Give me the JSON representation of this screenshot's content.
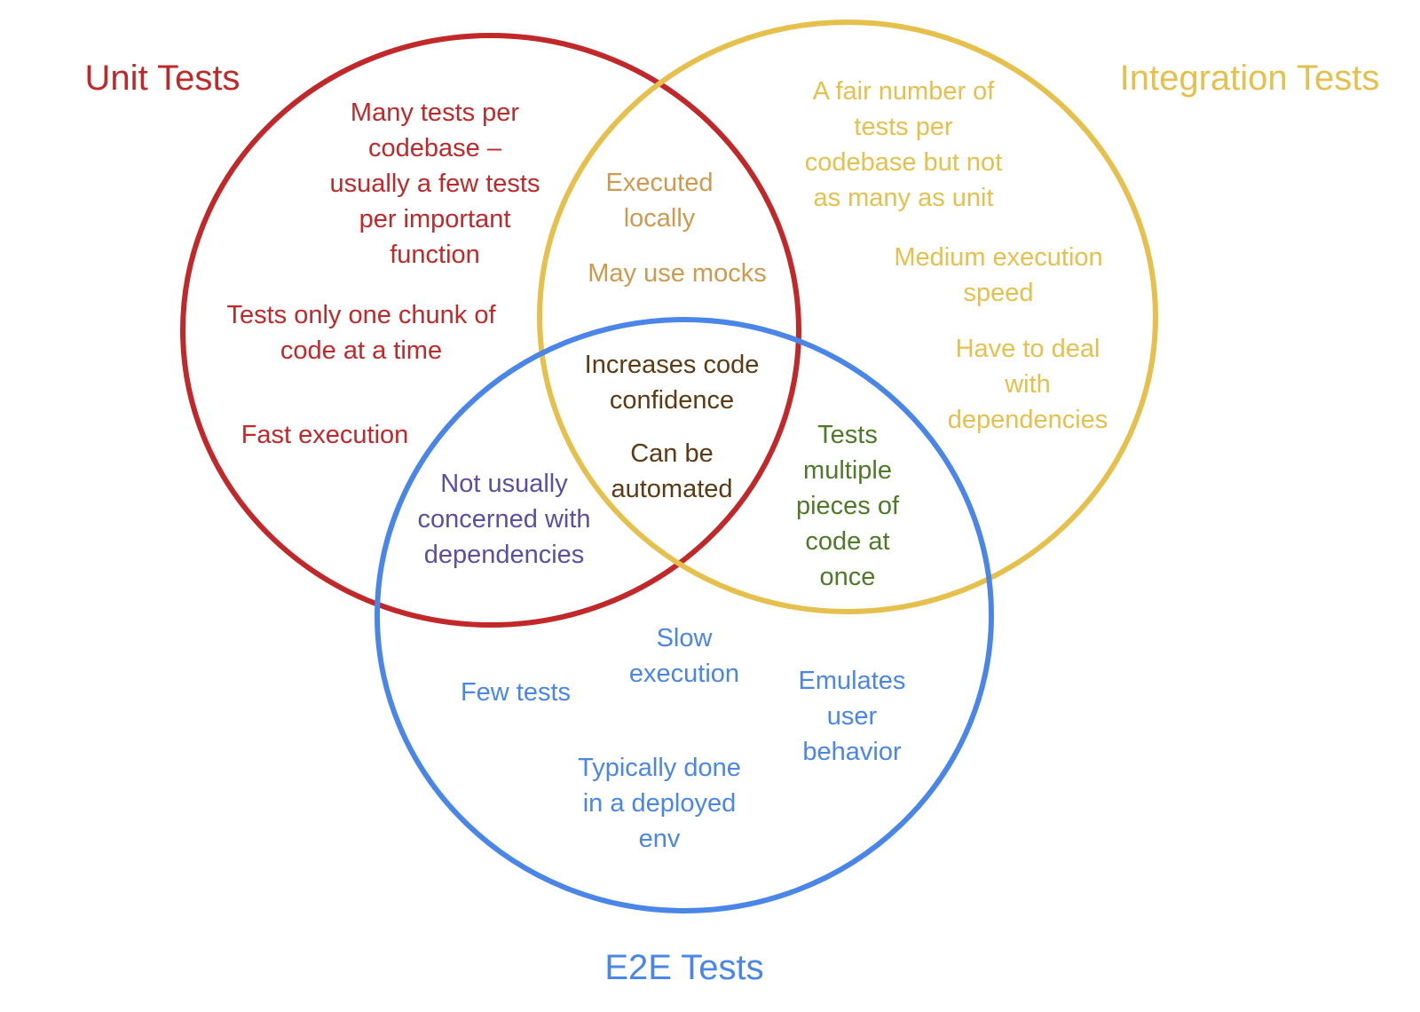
{
  "titles": {
    "unit": "Unit Tests",
    "integration": "Integration Tests",
    "e2e": "E2E Tests"
  },
  "colors": {
    "unit": "#c0282a",
    "integration": "#e6c04c",
    "e2e": "#4a86e8",
    "unit_integration": "#cf9a4e",
    "all": "#5e3a12",
    "unit_e2e": "#5a4fa3",
    "integration_e2e": "#4e7a28"
  },
  "notes": [
    {
      "id": "unit-many-tests",
      "color": "unit",
      "lines": [
        "Many tests per",
        "codebase –",
        "usually a few tests",
        "per important",
        "function"
      ]
    },
    {
      "id": "unit-one-chunk",
      "color": "unit",
      "lines": [
        "Tests only one chunk of",
        "code at a time"
      ]
    },
    {
      "id": "unit-fast",
      "color": "unit",
      "lines": [
        "Fast execution"
      ]
    },
    {
      "id": "integration-fair-number",
      "color": "integration",
      "lines": [
        "A fair number of",
        "tests per",
        "codebase but not",
        "as many as unit"
      ]
    },
    {
      "id": "integration-medium-speed",
      "color": "integration",
      "lines": [
        "Medium execution",
        "speed"
      ]
    },
    {
      "id": "integration-dependencies",
      "color": "integration",
      "lines": [
        "Have to deal",
        "with",
        "dependencies"
      ]
    },
    {
      "id": "unit-integration-local",
      "color": "unit_integration",
      "lines": [
        "Executed",
        "locally"
      ]
    },
    {
      "id": "unit-integration-mocks",
      "color": "unit_integration",
      "lines": [
        "May use mocks"
      ]
    },
    {
      "id": "all-confidence",
      "color": "all",
      "lines": [
        "Increases code",
        "confidence"
      ]
    },
    {
      "id": "all-automated",
      "color": "all",
      "lines": [
        "Can be",
        "automated"
      ]
    },
    {
      "id": "unit-e2e-dependencies",
      "color": "unit_e2e",
      "lines": [
        "Not usually",
        "concerned with",
        "dependencies"
      ]
    },
    {
      "id": "integration-e2e-multiple",
      "color": "integration_e2e",
      "lines": [
        "Tests",
        "multiple",
        "pieces of",
        "code at",
        "once"
      ]
    },
    {
      "id": "e2e-slow",
      "color": "e2e",
      "lines": [
        "Slow",
        "execution"
      ]
    },
    {
      "id": "e2e-few",
      "color": "e2e",
      "lines": [
        "Few tests"
      ]
    },
    {
      "id": "e2e-emulates",
      "color": "e2e",
      "lines": [
        "Emulates",
        "user",
        "behavior"
      ]
    },
    {
      "id": "e2e-deployed",
      "color": "e2e",
      "lines": [
        "Typically done",
        "in a deployed",
        "env"
      ]
    }
  ]
}
